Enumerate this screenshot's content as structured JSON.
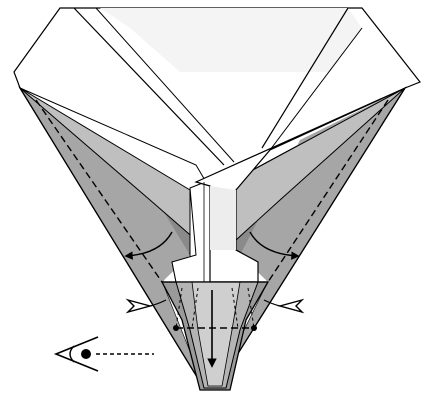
{
  "diagram": {
    "kind": "origami folding step",
    "colors": {
      "paper_white": "#ffffff",
      "paper_light": "#f2f2f2",
      "paper_pale": "#e6e6e6",
      "shade_dark": "#7d7d7d",
      "shade_mid": "#999999",
      "shade_light": "#b3b3b3",
      "outline": "#000000"
    },
    "icons": [
      "valley-fold-arrow-left",
      "valley-fold-arrow-right",
      "fold-down-arrow",
      "push-in-arrow-left",
      "push-in-arrow-right",
      "view-direction-eye"
    ]
  }
}
